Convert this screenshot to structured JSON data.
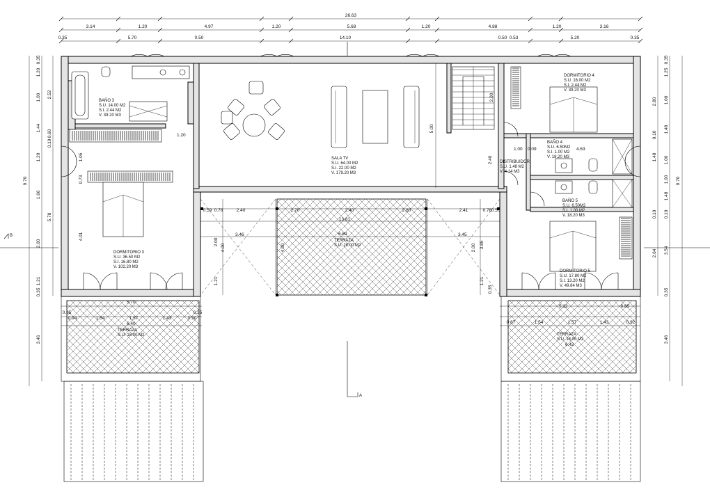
{
  "dims_top": {
    "overall": "26.63",
    "row2": [
      "3.14",
      "1.20",
      "4.97",
      "1.20",
      "5.68",
      "1.20",
      "4.88",
      "1.20",
      "3.16"
    ],
    "row3": [
      "0.35",
      "5.70",
      "0.50",
      "14.10",
      "0.50",
      "0.53",
      "5.20",
      "0.35"
    ]
  },
  "dims_left": {
    "outer": "9.70",
    "inner": [
      "0.35",
      "1.20",
      "1.00",
      "1.44",
      "1.20",
      "1.66",
      "2.00",
      "1.21",
      "0.35"
    ],
    "innermost": [
      "2.52",
      "0.60",
      "0.10",
      "5.78"
    ],
    "lower": "3.46"
  },
  "dims_right": {
    "outer": "9.70",
    "inner": [
      "0.35",
      "1.25",
      "1.00",
      "1.48",
      "1.00",
      "1.00",
      "1.48",
      "0.10",
      "3.54",
      "0.35"
    ],
    "innermost": [
      "2.80",
      "0.10",
      "1.48",
      "0.10",
      "2.64"
    ],
    "lower": "3.46"
  },
  "rooms": {
    "bano3": {
      "name": "BAÑO 3",
      "su": "S.U.  14.00  M2",
      "si": "S.I.  2.44  M2",
      "v": "V.  39.20  M3"
    },
    "dorm3": {
      "name": "DORMITORIO 3",
      "su": "S.U.  36.50  M2",
      "si": "S.I.  16.80  M2",
      "v": "V.  102.20  M3"
    },
    "sala": {
      "name": "SALA TV",
      "su": "S.U.  64.00  M2",
      "si": "S.I.  22.00  M2",
      "v": "V.  179.20  M3"
    },
    "dorm4": {
      "name": "DORMITORIO 4",
      "su": "S.U.  16.00  M2",
      "si": "S.I.  2.44  M2",
      "v": "V.  39.20  M3"
    },
    "bano4": {
      "name": "BAÑO 4",
      "su": "S.U.  6.50M2",
      "si": "S.I.  1.00  M2",
      "v": "V.  18.20  M3"
    },
    "distrib": {
      "name": "DISTRIBUIDOR",
      "su": "S.U.  1.48  M2",
      "v": "V.  4.14  M3"
    },
    "bano5": {
      "name": "BAÑO 5",
      "su": "S.U.  6.50M2",
      "si": "S.I.  1.00  M2",
      "v": "V.  18.20  M3"
    },
    "dorm5": {
      "name": "DORMITORIO 5",
      "su": "S.U.  17.80  M2",
      "si": "S.I.  13.20  M2",
      "v": "V.  49.84  M3"
    },
    "terraza_c": {
      "name": "TERRAZA",
      "su": "S.U.  28.00  M2"
    },
    "terraza_l": {
      "name": "TERRAZA",
      "su": "S.U.  18.00  M2"
    },
    "terraza_r": {
      "name": "TERRAZA",
      "su": "S.U.  18.00  M2"
    }
  },
  "dims_inner": {
    "sala_h": "5.00",
    "stair_w": "2.00",
    "distrib_h": "2.40",
    "bath_w1": "1.00",
    "bath_w2": "0.09",
    "bath_w3": "4.63",
    "closet": "1.20",
    "left_h1": "1.05",
    "left_h2": "0.73",
    "left_h3": "4.01",
    "terr_row": [
      "0.59",
      "0.78",
      "2.40",
      "2.70",
      "2.40",
      "2.80",
      "2.41",
      "0.78",
      "0.50"
    ],
    "terr_total": "13.81",
    "terr_left": "3.46",
    "terr_right": "3.45",
    "terr_v": [
      "2.00",
      "4.00",
      "4.00",
      "2.00",
      "3.85",
      "1.21",
      "1.21",
      "0.35"
    ],
    "terr_bottom": "6.89",
    "left_terr": {
      "w": "5.70",
      "row": [
        "0.35",
        "0.94",
        "1.54",
        "1.57",
        "1.43",
        "0.90",
        "0.35"
      ],
      "sub": "6.40"
    },
    "right_terr": {
      "w": "5.12",
      "row": [
        "0.65",
        "0.87",
        "1.54",
        "1.57",
        "1.43",
        "0.92"
      ],
      "sub": "6.42"
    }
  },
  "section_marks": {
    "left": "B",
    "bottom": "A"
  }
}
